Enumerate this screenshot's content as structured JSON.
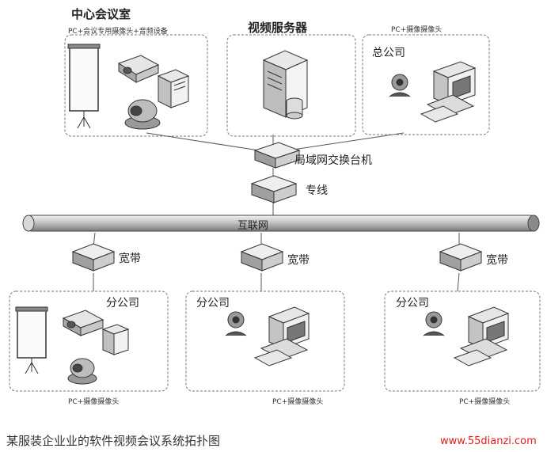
{
  "labels": {
    "central_room_title": "中心会议室",
    "central_room_sub": "PC+会议专用摄像头+音频设备",
    "server_title": "视频服务器",
    "hq_sub": "PC+摄像摄像头",
    "hq_title": "总公司",
    "switch": "局域网交换台机",
    "dedicated_line": "专线",
    "internet": "互联网",
    "broadband_1": "宽带",
    "broadband_2": "宽带",
    "broadband_3": "宽带",
    "branch_1_title": "分公司",
    "branch_2_title": "分公司",
    "branch_3_title": "分公司",
    "branch_1_sub": "PC+摄像摄像头",
    "branch_2_sub": "PC+摄像摄像头",
    "branch_3_sub": "PC+摄像摄像头"
  },
  "caption": "某服装企业业的软件视频会议系统拓扑图",
  "watermark": "www.55dianzi.com",
  "colors": {
    "line": "#555555",
    "box_border": "#777777",
    "watermark": "#e21a1a"
  }
}
